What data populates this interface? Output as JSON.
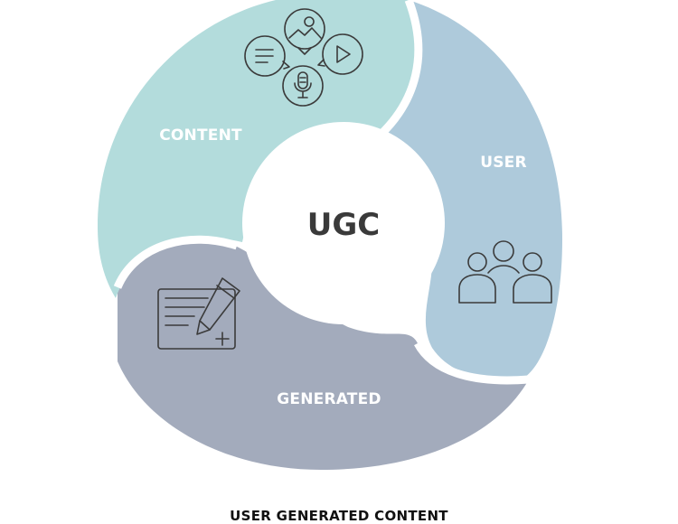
{
  "diagram": {
    "center_label": "UGC",
    "segments": [
      {
        "label": "CONTENT",
        "color": "#b3dcdc",
        "icon": "chat-media-icons"
      },
      {
        "label": "USER",
        "color": "#aecadb",
        "icon": "users-group-icon"
      },
      {
        "label": "GENERATED",
        "color": "#a3abbc",
        "icon": "document-edit-icon"
      }
    ]
  },
  "footer": {
    "title": "USER GENERATED CONTENT"
  }
}
